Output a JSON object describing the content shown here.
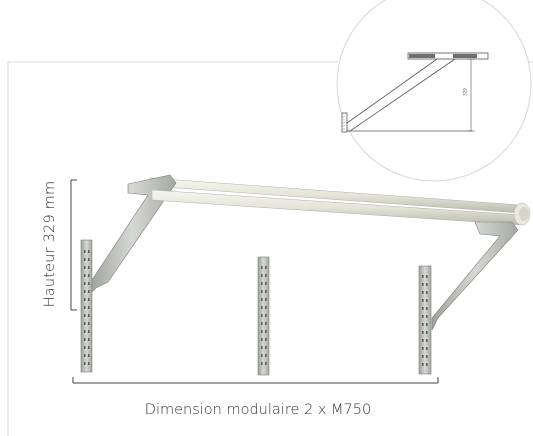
{
  "dimensions": {
    "height_label": "Hauteur 329 mm",
    "width_label": "Dimension modulaire 2 x M750",
    "detail_value": "329"
  },
  "colors": {
    "frame_line": "#d8d8d8",
    "metal": "#c4c6c3",
    "metal_dark": "#8e918d",
    "tube": "#e6e6dc",
    "text": "#333333"
  }
}
